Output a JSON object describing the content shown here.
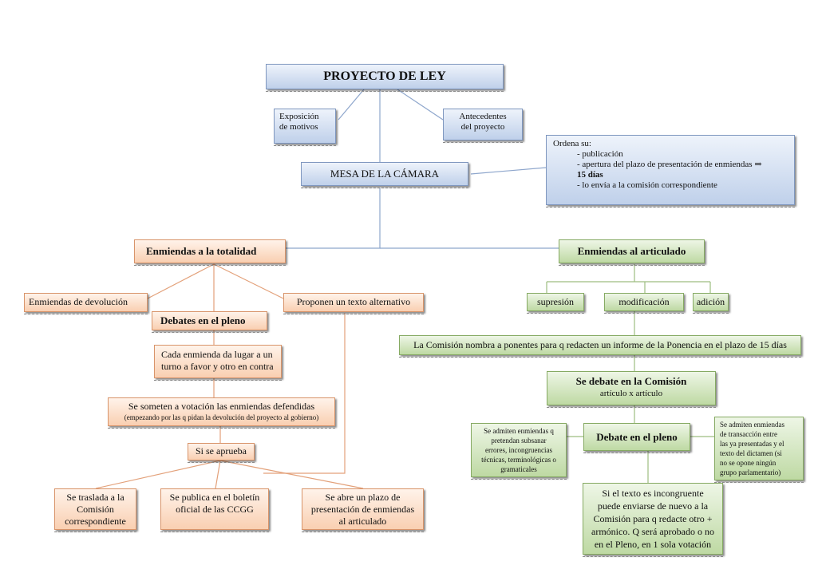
{
  "title": "PROYECTO DE LEY",
  "exposicion": [
    "Exposición",
    "de motivos"
  ],
  "antecedentes": [
    "Antecedentes",
    "del proyecto"
  ],
  "mesa": "MESA DE LA CÁMARA",
  "ordena": {
    "intro": "Ordena su:",
    "items": [
      "- publicación",
      "- apertura del plazo de presentación de enmiendas ⇒",
      "15 días",
      "- lo envía a la comisión correspondiente"
    ]
  },
  "left": {
    "header": "Enmiendas a la totalidad",
    "devolucion": "Enmiendas de devolución",
    "alternativo": "Proponen un texto alternativo",
    "debates": "Debates en el pleno",
    "cada": [
      "Cada enmienda da lugar a un",
      "turno a favor y otro en contra"
    ],
    "votacion": [
      "Se someten a votación las enmiendas defendidas",
      "(empezando por las q pidan la devolución del proyecto al gobierno)"
    ],
    "aprueba": "Si se aprueba",
    "traslada": [
      "Se traslada a la",
      "Comisión",
      "correspondiente"
    ],
    "publica": [
      "Se publica en el boletín",
      "oficial de las CCGG"
    ],
    "plazo": [
      "Se abre un plazo de",
      "presentación de enmiendas",
      "al articulado"
    ]
  },
  "right": {
    "header": "Enmiendas al articulado",
    "supresion": "supresión",
    "modificacion": "modificación",
    "adicion": "adición",
    "comision_nombra": "La Comisión nombra a ponentes para q redacten un informe de la Ponencia en el plazo de 15 días",
    "debate_comision": "Se debate en la Comisión",
    "articulo": "artículo x artículo",
    "debate_pleno": "Debate en el pleno",
    "admiten_left": [
      "Se admiten enmiendas q",
      "pretendan subsanar",
      "errores, incongruencias",
      "técnicas, terminológicas o",
      "gramaticales"
    ],
    "admiten_right": [
      "Se admiten enmiendas",
      "de transacción entre",
      "las ya presentadas y el",
      "texto del dictamen (si",
      "no se opone ningún",
      "grupo parlamentario)"
    ],
    "incongruente": [
      "Si el texto es incongruente",
      "puede enviarse de nuevo a la",
      "Comisión para q redacte otro +",
      "armónico. Q será aprobado o no",
      "en el Pleno, en 1 sola votación"
    ]
  }
}
